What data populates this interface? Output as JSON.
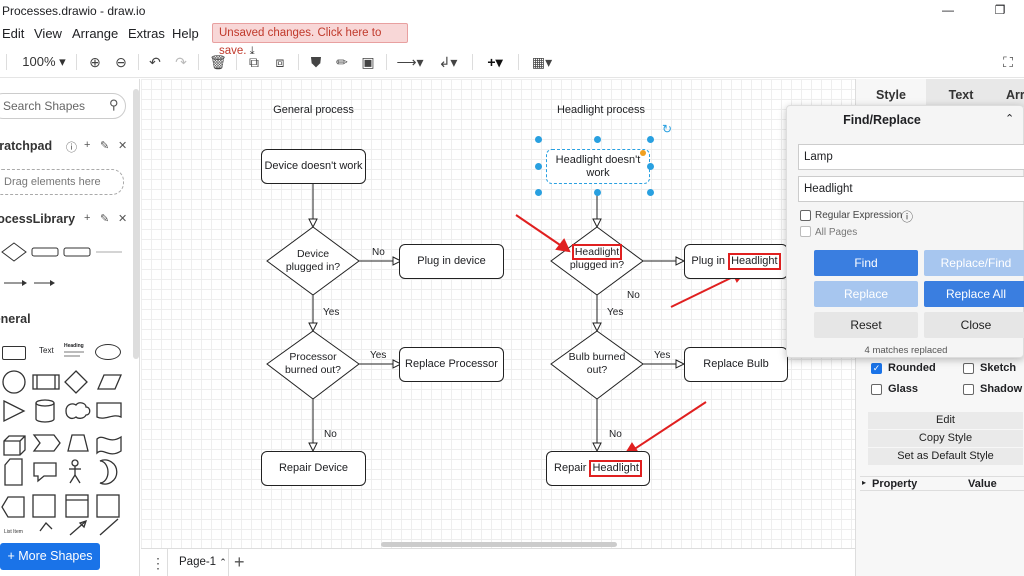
{
  "window": {
    "title": "Processes.drawio - draw.io"
  },
  "menu": {
    "items": [
      "Edit",
      "View",
      "Arrange",
      "Extras",
      "Help"
    ],
    "unsaved": "Unsaved changes. Click here to save."
  },
  "toolbar": {
    "zoom": "100%"
  },
  "sidebar": {
    "search_placeholder": "Search Shapes",
    "scratchpad_title": "Scratchpad",
    "scratchpad_hint": "Drag elements here",
    "library_title": "ProcessLibrary",
    "general_title": "General",
    "mini_labels": [
      "Text",
      "Heading",
      "List Item"
    ],
    "more_shapes": "+ More Shapes"
  },
  "diagram": {
    "left_title": "General process",
    "right_title": "Headlight process",
    "left": {
      "start": "Device doesn't work",
      "d1": "Device plugged in?",
      "a1": "Plug in device",
      "d2": "Processor burned out?",
      "a2": "Replace Processor",
      "end": "Repair Device"
    },
    "right": {
      "start": "Headlight doesn't work",
      "d1_hl": "Headlight",
      "d1_rest": "plugged in?",
      "a1_pre": "Plug in",
      "a1_hl": "Headlight",
      "d2": "Bulb burned out?",
      "a2": "Replace Bulb",
      "end_pre": "Repair",
      "end_hl": "Headlight"
    },
    "labels": {
      "no": "No",
      "yes": "Yes"
    }
  },
  "bottom": {
    "page": "Page-1"
  },
  "panel": {
    "tabs": [
      "Style",
      "Text",
      "Arrange"
    ],
    "rounded": "Rounded",
    "sketch": "Sketch",
    "glass": "Glass",
    "shadow": "Shadow",
    "edit": "Edit",
    "copy_style": "Copy Style",
    "set_default": "Set as Default Style",
    "property": "Property",
    "value": "Value"
  },
  "find": {
    "title": "Find/Replace",
    "find_value": "Lamp",
    "replace_value": "Headlight",
    "regex": "Regular Expression",
    "all_pages": "All Pages",
    "find_btn": "Find",
    "replace_find_btn": "Replace/Find",
    "replace_btn": "Replace",
    "replace_all_btn": "Replace All",
    "reset_btn": "Reset",
    "close_btn": "Close",
    "status": "4 matches replaced"
  },
  "colors": {
    "accent": "#1a73e8",
    "highlight": "#e02020",
    "handle": "#29a0e0"
  }
}
